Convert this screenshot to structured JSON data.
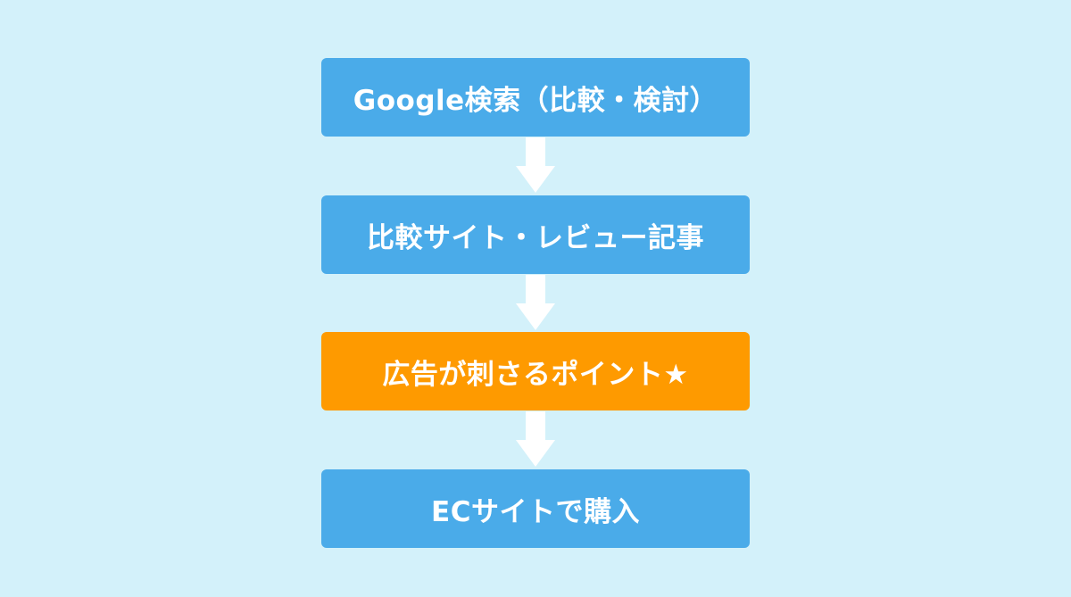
{
  "colors": {
    "background": "#d3f1fa",
    "step": "#4aabe9",
    "highlight": "#fe9a00",
    "arrow": "#ffffff"
  },
  "flow": {
    "steps": [
      {
        "label": "Google検索（比較・検討）",
        "highlight": false
      },
      {
        "label": "比較サイト・レビュー記事",
        "highlight": false
      },
      {
        "label": "広告が刺さるポイント★",
        "highlight": true
      },
      {
        "label": "ECサイトで購入",
        "highlight": false
      }
    ]
  }
}
